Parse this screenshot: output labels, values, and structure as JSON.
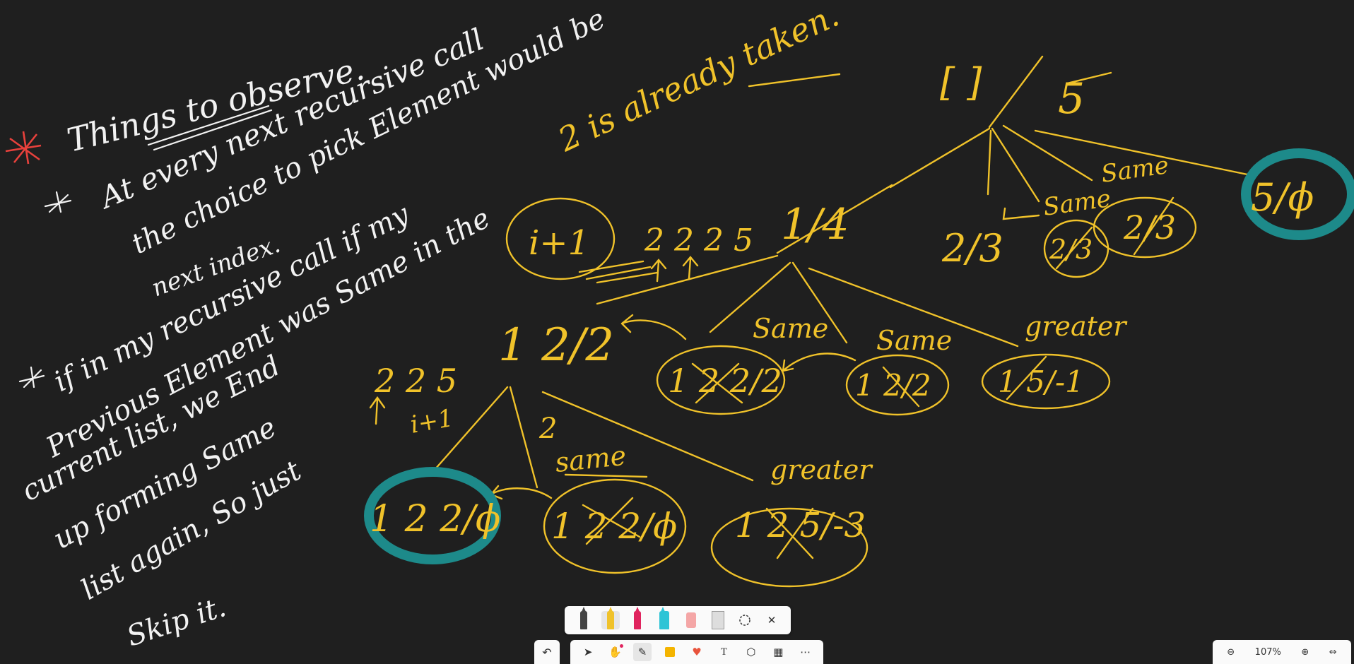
{
  "canvas": {
    "notes_white": [
      "Things to observe.",
      "At every next recursive call",
      "the choice to pick Element would be",
      "next index.",
      "if in my recursive call if my",
      "Previous Element was Same in the",
      "current list, we End",
      "up forming Same",
      "list again, So just",
      "Skip it."
    ],
    "notes_yellow": {
      "already_taken": "2 is already taken.",
      "i_plus_1": "i+1",
      "seq_2225_top": "2 2 2 5",
      "seq_225": "2 2 5",
      "i_plus_1_small": "i+1",
      "two_label": "2",
      "node_1_4": "1/4",
      "node_12_2": "1 2/2",
      "node_2_3": "2/3",
      "node_5": "5",
      "node_5_phi": "5/ϕ",
      "brackets": "[ ]",
      "same_1": "Same",
      "same_2": "Same",
      "same_3": "Same",
      "same_4": "Same",
      "same_5": "same",
      "greater_1": "greater",
      "greater_2": "greater",
      "crossed_122_2": "1 2 2/2",
      "crossed_12_2": "1 2/2",
      "crossed_15_neg1": "1 5/-1",
      "crossed_2_3_a": "2/3",
      "crossed_2_3_b": "2/3",
      "leaf_122_phi": "1 2 2/ϕ",
      "crossed_122_phi": "1 2 2/ϕ",
      "crossed_125_neg3": "1 2 5/-3"
    }
  },
  "colors": {
    "background": "#1f1f1f",
    "white_ink": "#f2f2f2",
    "yellow_ink": "#f0c22a",
    "teal_highlight": "#1d8a8a",
    "red_star": "#e8413c"
  },
  "pen_palette": [
    {
      "name": "pen-black",
      "color": "#444444"
    },
    {
      "name": "pen-yellow",
      "color": "#f0c22a"
    },
    {
      "name": "pen-pink",
      "color": "#e0245e"
    },
    {
      "name": "highlighter-cyan",
      "color": "#2ec4d6"
    },
    {
      "name": "eraser",
      "color": "#f4a6a6"
    },
    {
      "name": "ruler",
      "color": "#bdbdbd"
    }
  ],
  "zoom": {
    "level": "107%"
  }
}
